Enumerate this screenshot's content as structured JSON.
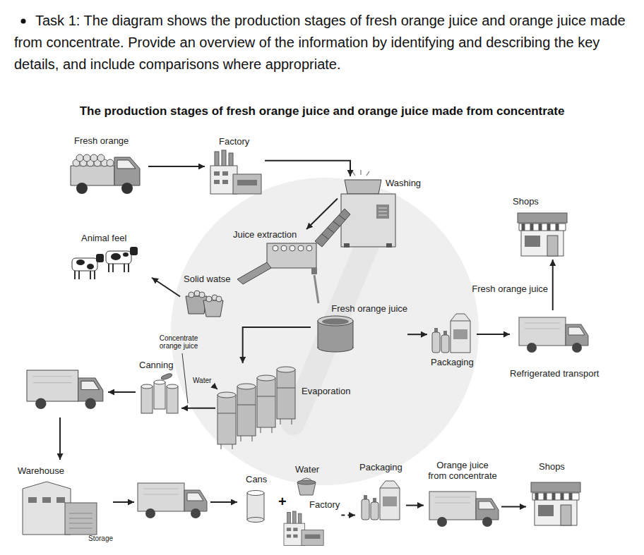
{
  "diagram": {
    "title": "The production stages of fresh orange juice and orange juice made from concentrate",
    "nodes": [
      {
        "text": [
          "Fresh orange"
        ]
      },
      {
        "text": [
          "Factory"
        ]
      },
      {
        "text": [
          "Washing"
        ]
      },
      {
        "text": [
          "Juice extraction"
        ]
      },
      {
        "text": [
          "Animal feel"
        ]
      },
      {
        "text": [
          "Solid watse"
        ]
      },
      {
        "text": [
          "Fresh orange juice"
        ]
      },
      {
        "text": [
          "Packaging"
        ]
      },
      {
        "text": [
          "Refrigerated transport"
        ]
      },
      {
        "text": [
          "Shops"
        ]
      },
      {
        "text": [
          "Evaporation"
        ]
      },
      {
        "text": [
          "Canning"
        ]
      },
      {
        "text": [
          "Warehouse",
          "Storage"
        ]
      },
      {
        "text": [
          "Cans"
        ]
      },
      {
        "text": [
          "Water"
        ]
      },
      {
        "text": [
          "Factory"
        ]
      },
      {
        "text": [
          "Packaging"
        ]
      },
      {
        "text": [
          "Orange juice from concentrate"
        ]
      },
      {
        "text": [
          "Shops"
        ]
      }
    ],
    "edges": [
      {
        "from": 0,
        "to": 1,
        "arrow": "to"
      },
      {
        "from": 1,
        "to": 2,
        "arrow": "to"
      },
      {
        "from": 2,
        "to": 3,
        "arrow": "to"
      },
      {
        "from": 3,
        "to": 6,
        "arrow": "none"
      },
      {
        "from": 5,
        "to": 4,
        "arrow": "to"
      },
      {
        "from": 6,
        "to": 7,
        "arrow": "to"
      },
      {
        "from": 7,
        "to": 8,
        "arrow": "to"
      },
      {
        "from": 8,
        "to": 9,
        "arrow": "to",
        "label": "Fresh orange juice"
      },
      {
        "from": 6,
        "to": 10,
        "arrow": "to"
      },
      {
        "from": 10,
        "to": 11,
        "arrow": "to"
      },
      {
        "from": 15,
        "to": 16,
        "arrow": "to"
      },
      {
        "from": 16,
        "to": 17,
        "arrow": "to"
      },
      {
        "from": 17,
        "to": 18,
        "arrow": "to"
      }
    ],
    "labels": [
      "Task 1: The diagram shows the production stages of fresh orange juice and orange juice made from concentrate. Provide an overview of the information by identifying and describing the key details, and include comparisons where appropriate.",
      "Concentrate orange juice",
      "Water",
      "+"
    ]
  }
}
